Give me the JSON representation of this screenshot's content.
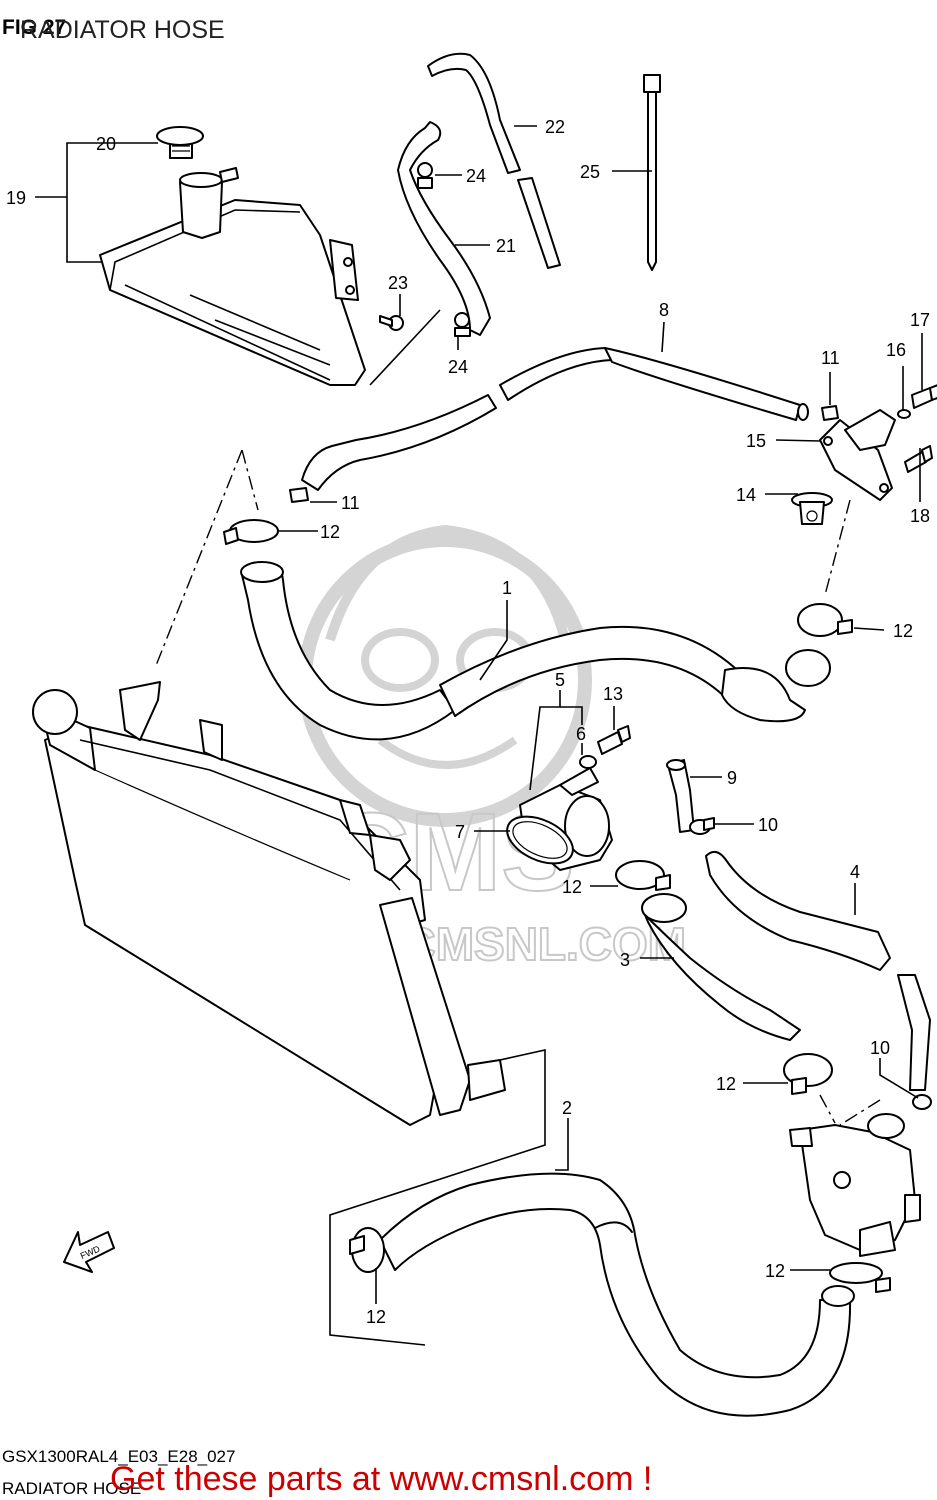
{
  "header": {
    "figure_number": "FIG 27",
    "figure_title": "RADIATOR HOSE"
  },
  "watermark": {
    "brand": "CMS",
    "url": "WWW.CMSNL.COM"
  },
  "callouts": [
    {
      "id": "c1",
      "label": "1"
    },
    {
      "id": "c2",
      "label": "2"
    },
    {
      "id": "c3",
      "label": "3"
    },
    {
      "id": "c4",
      "label": "4"
    },
    {
      "id": "c5",
      "label": "5"
    },
    {
      "id": "c6",
      "label": "6"
    },
    {
      "id": "c7",
      "label": "7"
    },
    {
      "id": "c8",
      "label": "8"
    },
    {
      "id": "c9",
      "label": "9"
    },
    {
      "id": "c10a",
      "label": "10"
    },
    {
      "id": "c10b",
      "label": "10"
    },
    {
      "id": "c11a",
      "label": "11"
    },
    {
      "id": "c11b",
      "label": "11"
    },
    {
      "id": "c12a",
      "label": "12"
    },
    {
      "id": "c12b",
      "label": "12"
    },
    {
      "id": "c12c",
      "label": "12"
    },
    {
      "id": "c12d",
      "label": "12"
    },
    {
      "id": "c12e",
      "label": "12"
    },
    {
      "id": "c12f",
      "label": "12"
    },
    {
      "id": "c13",
      "label": "13"
    },
    {
      "id": "c14",
      "label": "14"
    },
    {
      "id": "c15",
      "label": "15"
    },
    {
      "id": "c16",
      "label": "16"
    },
    {
      "id": "c17",
      "label": "17"
    },
    {
      "id": "c18",
      "label": "18"
    },
    {
      "id": "c19",
      "label": "19"
    },
    {
      "id": "c20",
      "label": "20"
    },
    {
      "id": "c21",
      "label": "21"
    },
    {
      "id": "c22",
      "label": "22"
    },
    {
      "id": "c23",
      "label": "23"
    },
    {
      "id": "c24a",
      "label": "24"
    },
    {
      "id": "c24b",
      "label": "24"
    },
    {
      "id": "c25",
      "label": "25"
    }
  ],
  "fwd_mark": "FWD",
  "footer": {
    "model_code": "GSX1300RAL4_E03_E28_027",
    "caption": "RADIATOR HOSE",
    "promo_link": "Get these parts at www.cmsnl.com !"
  }
}
